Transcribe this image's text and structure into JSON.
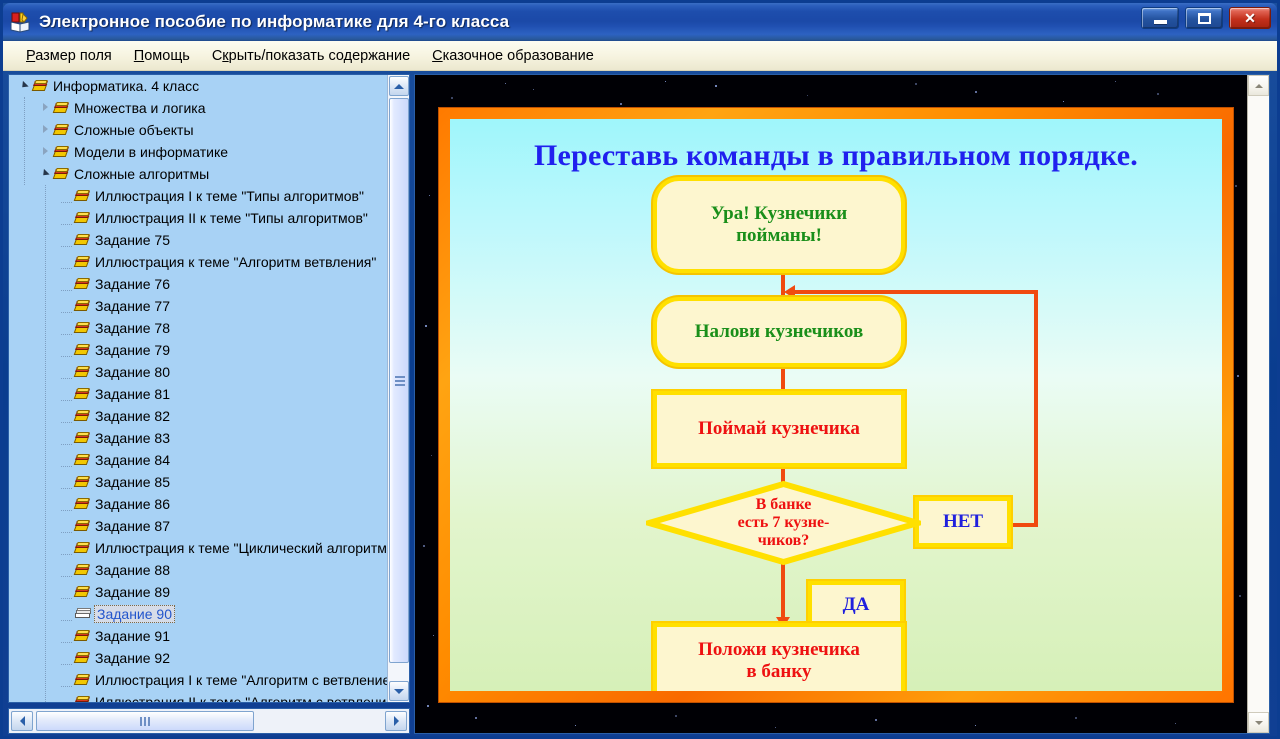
{
  "window": {
    "title": "Электронное пособие по информатике для 4-го класса",
    "icon": "book-pencil-icon",
    "controls": {
      "minimize": "minimize-icon",
      "maximize": "maximize-icon",
      "close": "close-icon"
    }
  },
  "menu": {
    "items": [
      {
        "pre": "",
        "accel": "Р",
        "post": "азмер поля"
      },
      {
        "pre": "",
        "accel": "П",
        "post": "омощь"
      },
      {
        "pre": "С",
        "accel": "к",
        "post": "рыть/показать содержание"
      },
      {
        "pre": "",
        "accel": "С",
        "post": "казочное образование"
      }
    ]
  },
  "tree": {
    "nodes": [
      {
        "label": "Информатика. 4 класс",
        "depth": 0,
        "expander": "open",
        "icon": "book-icon",
        "selected": false
      },
      {
        "label": "Множества и логика",
        "depth": 1,
        "expander": "closed",
        "icon": "book-icon",
        "selected": false
      },
      {
        "label": "Сложные объекты",
        "depth": 1,
        "expander": "closed",
        "icon": "book-icon",
        "selected": false
      },
      {
        "label": "Модели в информатике",
        "depth": 1,
        "expander": "closed",
        "icon": "book-icon",
        "selected": false
      },
      {
        "label": "Сложные алгоритмы",
        "depth": 1,
        "expander": "open",
        "icon": "book-icon",
        "selected": false
      },
      {
        "label": "Иллюстрация I к теме \"Типы алгоритмов\"",
        "depth": 2,
        "expander": "none",
        "icon": "book-icon",
        "selected": false
      },
      {
        "label": "Иллюстрация II к теме \"Типы алгоритмов\"",
        "depth": 2,
        "expander": "none",
        "icon": "book-icon",
        "selected": false
      },
      {
        "label": "Задание 75",
        "depth": 2,
        "expander": "none",
        "icon": "book-icon",
        "selected": false
      },
      {
        "label": "Иллюстрация к теме \"Алгоритм ветвления\"",
        "depth": 2,
        "expander": "none",
        "icon": "book-icon",
        "selected": false
      },
      {
        "label": "Задание 76",
        "depth": 2,
        "expander": "none",
        "icon": "book-icon",
        "selected": false
      },
      {
        "label": "Задание 77",
        "depth": 2,
        "expander": "none",
        "icon": "book-icon",
        "selected": false
      },
      {
        "label": "Задание 78",
        "depth": 2,
        "expander": "none",
        "icon": "book-icon",
        "selected": false
      },
      {
        "label": "Задание 79",
        "depth": 2,
        "expander": "none",
        "icon": "book-icon",
        "selected": false
      },
      {
        "label": "Задание 80",
        "depth": 2,
        "expander": "none",
        "icon": "book-icon",
        "selected": false
      },
      {
        "label": "Задание 81",
        "depth": 2,
        "expander": "none",
        "icon": "book-icon",
        "selected": false
      },
      {
        "label": "Задание 82",
        "depth": 2,
        "expander": "none",
        "icon": "book-icon",
        "selected": false
      },
      {
        "label": "Задание 83",
        "depth": 2,
        "expander": "none",
        "icon": "book-icon",
        "selected": false
      },
      {
        "label": "Задание 84",
        "depth": 2,
        "expander": "none",
        "icon": "book-icon",
        "selected": false
      },
      {
        "label": "Задание 85",
        "depth": 2,
        "expander": "none",
        "icon": "book-icon",
        "selected": false
      },
      {
        "label": "Задание 86",
        "depth": 2,
        "expander": "none",
        "icon": "book-icon",
        "selected": false
      },
      {
        "label": "Задание 87",
        "depth": 2,
        "expander": "none",
        "icon": "book-icon",
        "selected": false
      },
      {
        "label": "Иллюстрация к теме \"Циклический алгоритм\"",
        "depth": 2,
        "expander": "none",
        "icon": "book-icon",
        "selected": false
      },
      {
        "label": "Задание 88",
        "depth": 2,
        "expander": "none",
        "icon": "book-icon",
        "selected": false
      },
      {
        "label": "Задание 89",
        "depth": 2,
        "expander": "none",
        "icon": "book-icon",
        "selected": false
      },
      {
        "label": "Задание 90",
        "depth": 2,
        "expander": "none",
        "icon": "book-open-icon",
        "selected": true
      },
      {
        "label": "Задание 91",
        "depth": 2,
        "expander": "none",
        "icon": "book-icon",
        "selected": false
      },
      {
        "label": "Задание 92",
        "depth": 2,
        "expander": "none",
        "icon": "book-icon",
        "selected": false
      },
      {
        "label": "Иллюстрация I к теме \"Алгоритм с ветвлением\"",
        "depth": 2,
        "expander": "none",
        "icon": "book-icon",
        "selected": false
      },
      {
        "label": "Иллюстрация II к теме \"Алгоритм с ветвлением\"",
        "depth": 2,
        "expander": "none",
        "icon": "book-icon",
        "selected": false
      }
    ]
  },
  "slide": {
    "title": "Переставь команды в правильном порядке.",
    "nodes": [
      {
        "id": "n1",
        "text": "Ура! Кузнечики пойманы!",
        "shape": "rounded",
        "color": "#1a8f1a"
      },
      {
        "id": "n2",
        "text": "Налови кузнечиков",
        "shape": "rounded",
        "color": "#1a8f1a"
      },
      {
        "id": "n3",
        "text": "Поймай кузнечика",
        "shape": "rect",
        "color": "#ee1111"
      },
      {
        "id": "n4",
        "text": "В банке есть 7 кузне- чиков?",
        "shape": "diamond",
        "color": "#ee1111"
      },
      {
        "id": "n5",
        "text": "Положи кузнечика в банку",
        "shape": "rect",
        "color": "#ee1111"
      },
      {
        "id": "lbl_no",
        "text": "НЕТ",
        "shape": "rect",
        "color": "#2020dd"
      },
      {
        "id": "lbl_yes",
        "text": "ДА",
        "shape": "rect",
        "color": "#2020dd"
      }
    ],
    "diamond_lines": [
      "В банке",
      "есть 7 кузне-",
      "чиков?"
    ],
    "n1_lines": [
      "Ура! Кузнечики",
      "пойманы!"
    ],
    "n5_lines": [
      "Положи кузнечика",
      "в банку"
    ],
    "colors": {
      "title": "#2020ee",
      "box_fill": "#fdf6cf",
      "box_border": "#ffe000",
      "connector": "#f04a10",
      "frame": "#ff8c00"
    }
  },
  "scrollbars": {
    "tree_vertical": "tree-vertical-scrollbar",
    "tree_horizontal": "tree-horizontal-scrollbar",
    "content_vertical": "content-vertical-scrollbar"
  }
}
